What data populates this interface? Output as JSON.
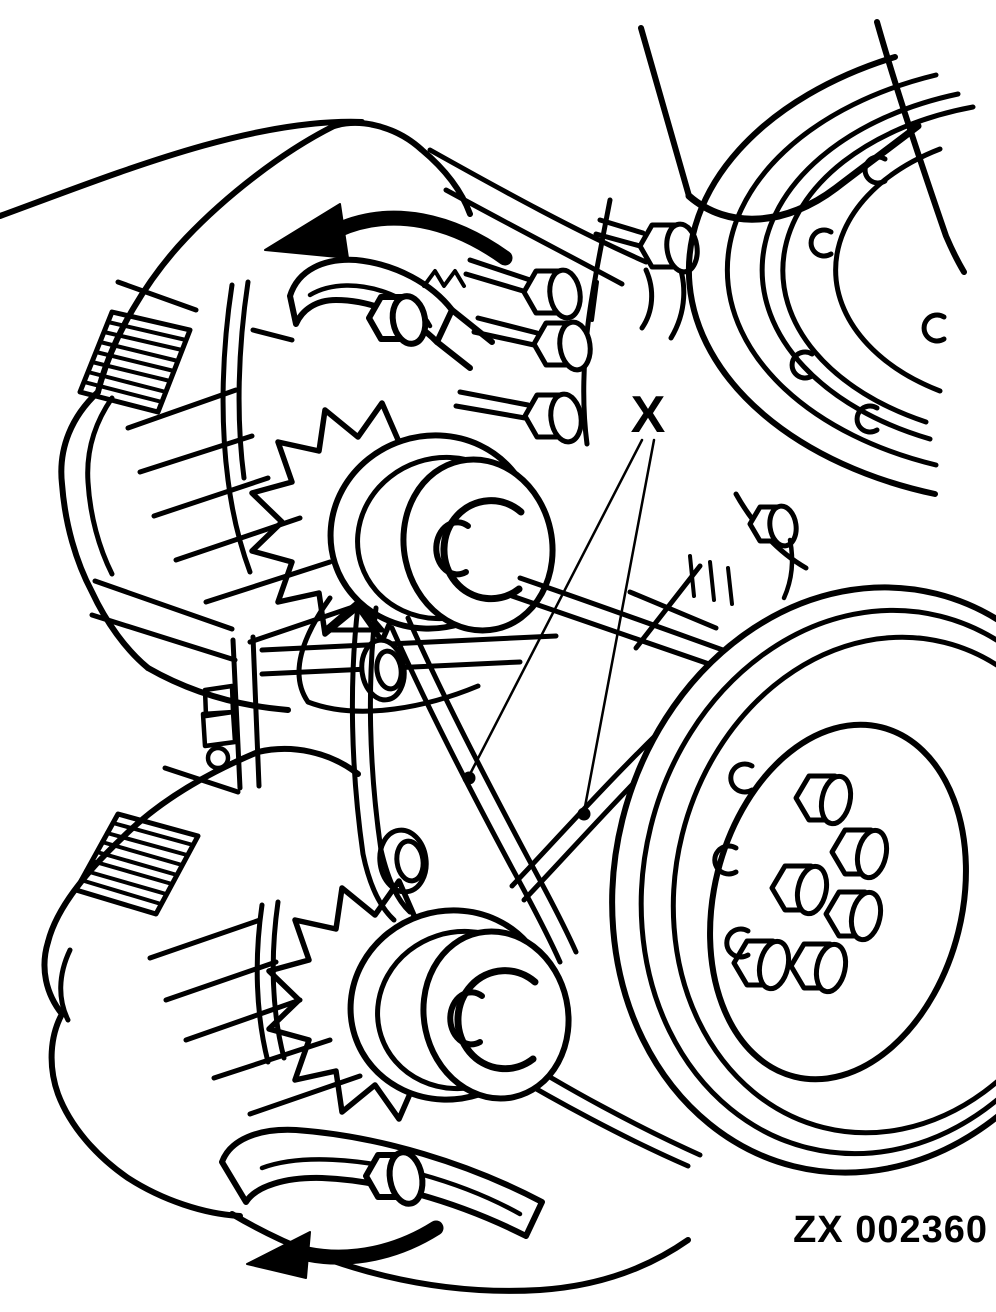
{
  "figure": {
    "code": "ZX 002360",
    "kind": "service-manual line drawing",
    "title": "Dual alternator drive belt arrangement with rotation arrows"
  },
  "callouts": {
    "belt_label": "X",
    "leader_count": 2,
    "points_to": "drive belt check points"
  },
  "arrows": {
    "top": {
      "name": "upper-rotation-arrow",
      "direction": "left-counterclockwise"
    },
    "bottom": {
      "name": "lower-rotation-arrow",
      "direction": "left-counterclockwise"
    }
  },
  "colors": {
    "ink": "#000000",
    "paper": "#ffffff"
  },
  "parts": [
    {
      "id": "upper-hose",
      "label": "upper hose / engine outline"
    },
    {
      "id": "upper-adjusting-bracket",
      "label": "upper slotted adjusting bracket with bolt"
    },
    {
      "id": "upper-alternator",
      "label": "upper alternator with vent grille"
    },
    {
      "id": "upper-alternator-fan",
      "label": "upper alternator toothed fan"
    },
    {
      "id": "upper-alternator-pulley",
      "label": "upper alternator pulley"
    },
    {
      "id": "mounting-studs",
      "label": "mounting studs and hex bolts"
    },
    {
      "id": "mount-bracket",
      "label": "center mounting bracket plate"
    },
    {
      "id": "drive-belts",
      "label": "crossed V drive belts"
    },
    {
      "id": "lower-alternator",
      "label": "lower alternator with vent grille"
    },
    {
      "id": "lower-alternator-fan",
      "label": "lower alternator toothed fan"
    },
    {
      "id": "lower-alternator-pulley",
      "label": "lower alternator pulley"
    },
    {
      "id": "lower-adjusting-bracket",
      "label": "lower slotted adjusting bracket with bolt"
    },
    {
      "id": "fan-pulley",
      "label": "grooved fan pulley (top right)"
    },
    {
      "id": "crankshaft-pulley",
      "label": "crankshaft pulley with six hub bolts"
    }
  ]
}
